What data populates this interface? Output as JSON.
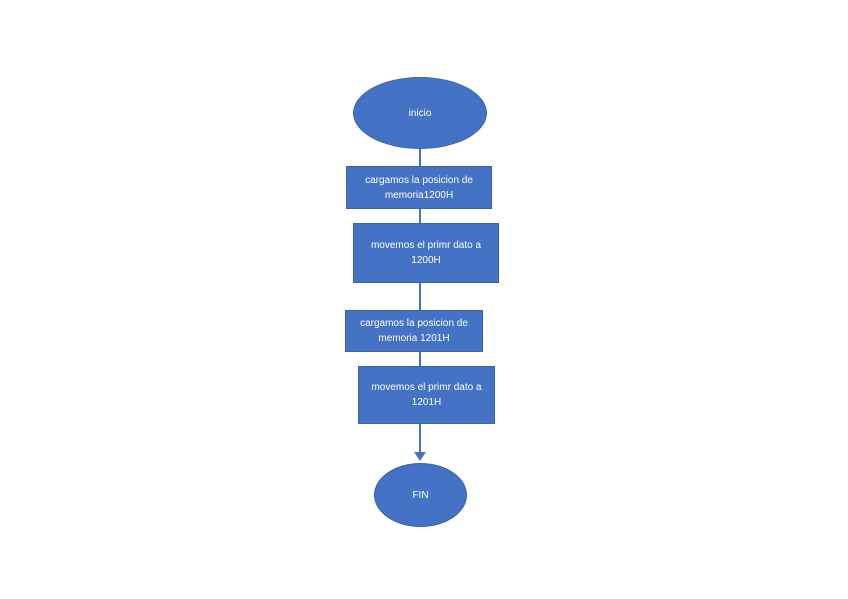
{
  "diagram": {
    "type": "flowchart",
    "language": "es",
    "colors": {
      "node_fill": "#4472C4",
      "node_border": "#3A62AD",
      "connector": "#4472C4",
      "label_text": "#FFFFFF",
      "background": "#FFFFFF"
    },
    "nodes": [
      {
        "id": "start",
        "shape": "ellipse",
        "label": "inicio"
      },
      {
        "id": "step1",
        "shape": "rectangle",
        "label": "cargamos la posicion de memoria1200H"
      },
      {
        "id": "step2",
        "shape": "rectangle",
        "label": "movemos el primr dato a 1200H"
      },
      {
        "id": "step3",
        "shape": "rectangle",
        "label": "cargamos la posicion de memoria 1201H"
      },
      {
        "id": "step4",
        "shape": "rectangle",
        "label": "movemos el primr dato a 1201H"
      },
      {
        "id": "end",
        "shape": "ellipse",
        "label": "FIN"
      }
    ],
    "edges": [
      {
        "from": "start",
        "to": "step1",
        "arrowhead": false
      },
      {
        "from": "step1",
        "to": "step2",
        "arrowhead": false
      },
      {
        "from": "step2",
        "to": "step3",
        "arrowhead": false
      },
      {
        "from": "step3",
        "to": "step4",
        "arrowhead": false
      },
      {
        "from": "step4",
        "to": "end",
        "arrowhead": true
      }
    ]
  }
}
